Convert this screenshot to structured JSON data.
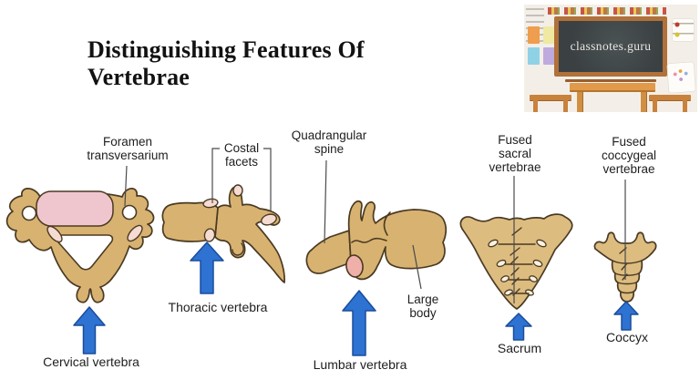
{
  "title": "Distinguishing Features Of Vertebrae",
  "photo": {
    "board_text": "classnotes.guru"
  },
  "figures": {
    "cervical": {
      "caption": "Cervical vertebra",
      "callout_foramen": "Foramen transversarium"
    },
    "thoracic": {
      "caption": "Thoracic vertebra",
      "callout_costal": "Costal facets"
    },
    "lumbar": {
      "caption": "Lumbar vertebra",
      "callout_spine": "Quadrangular spine",
      "callout_body": "Large body"
    },
    "sacrum": {
      "caption": "Sacrum",
      "callout_fused": "Fused sacral vertebrae"
    },
    "coccyx": {
      "caption": "Coccyx",
      "callout_fused": "Fused coccygeal vertebrae"
    }
  },
  "colors": {
    "bone": "#d8b271",
    "bone_light": "#ddbc80",
    "bone_outline": "#4a3a22",
    "body_pink": "#f0c6ce",
    "facet_pink": "#f6dbd3",
    "facet_salmon": "#efb0aa",
    "arrow_blue": "#2e72d2",
    "arrow_outline": "#1a4d9c",
    "label_text": "#1e1e1e",
    "pointer_line": "#4b4b4b",
    "title_text": "#121212"
  }
}
